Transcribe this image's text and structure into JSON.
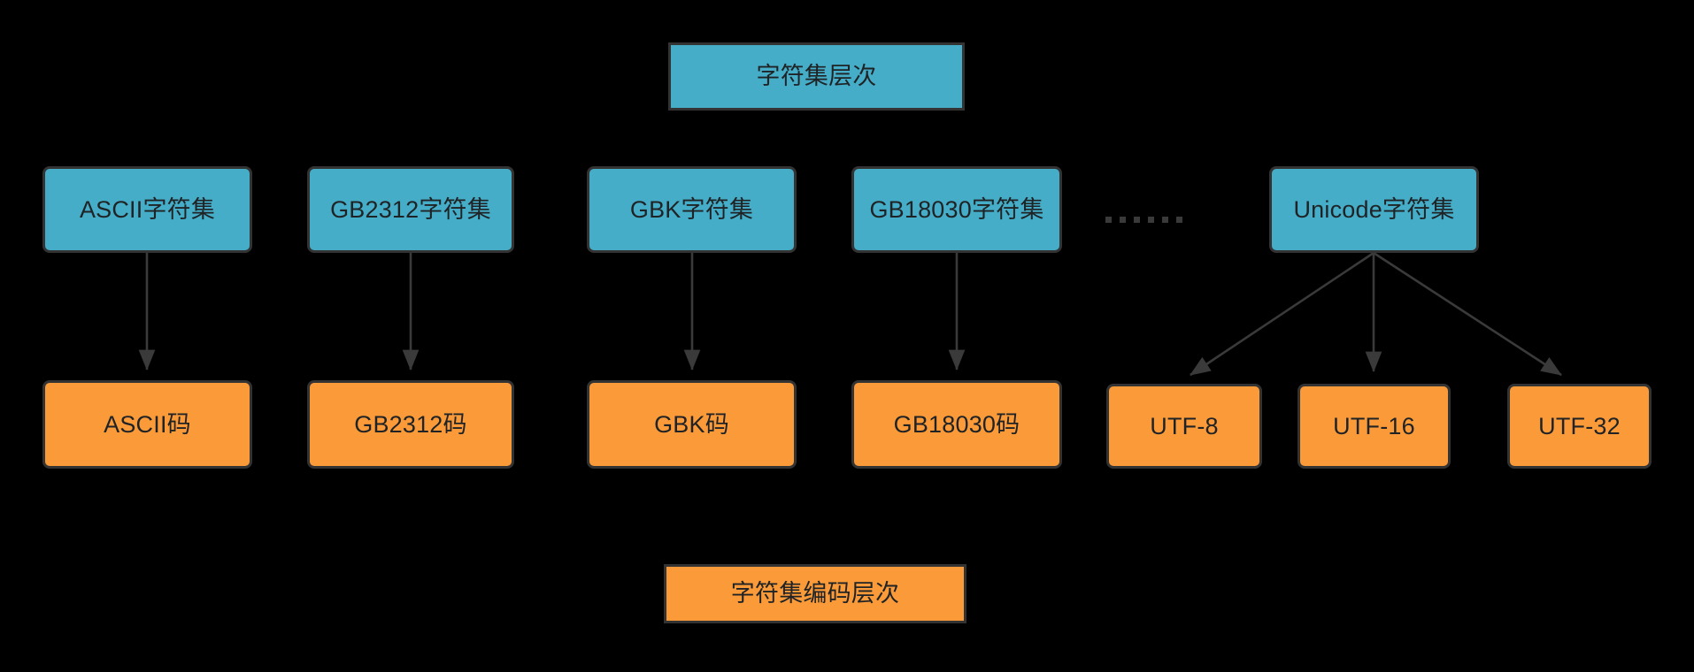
{
  "diagram": {
    "title_label": "字符集层次",
    "bottom_label": "字符集编码层次",
    "background_color": "#000000",
    "charset_color": "#45ADC7",
    "encoding_color": "#FB9A38",
    "border_color": "#333333",
    "ellipsis_label": "······",
    "charsets": [
      {
        "id": "ascii",
        "label": "ASCII字符集"
      },
      {
        "id": "gb2312",
        "label": "GB2312字符集"
      },
      {
        "id": "gbk",
        "label": "GBK字符集"
      },
      {
        "id": "gb18030",
        "label": "GB18030字符集"
      },
      {
        "id": "unicode",
        "label": "Unicode字符集"
      }
    ],
    "encodings": [
      {
        "id": "ascii-code",
        "label": "ASCII码"
      },
      {
        "id": "gb2312-code",
        "label": "GB2312码"
      },
      {
        "id": "gbk-code",
        "label": "GBK码"
      },
      {
        "id": "gb18030-code",
        "label": "GB18030码"
      },
      {
        "id": "utf8",
        "label": "UTF-8"
      },
      {
        "id": "utf16",
        "label": "UTF-16"
      },
      {
        "id": "utf32",
        "label": "UTF-32"
      }
    ],
    "edges": [
      {
        "from": "ascii",
        "to": "ascii-code"
      },
      {
        "from": "gb2312",
        "to": "gb2312-code"
      },
      {
        "from": "gbk",
        "to": "gbk-code"
      },
      {
        "from": "gb18030",
        "to": "gb18030-code"
      },
      {
        "from": "unicode",
        "to": "utf8"
      },
      {
        "from": "unicode",
        "to": "utf16"
      },
      {
        "from": "unicode",
        "to": "utf32"
      }
    ]
  }
}
